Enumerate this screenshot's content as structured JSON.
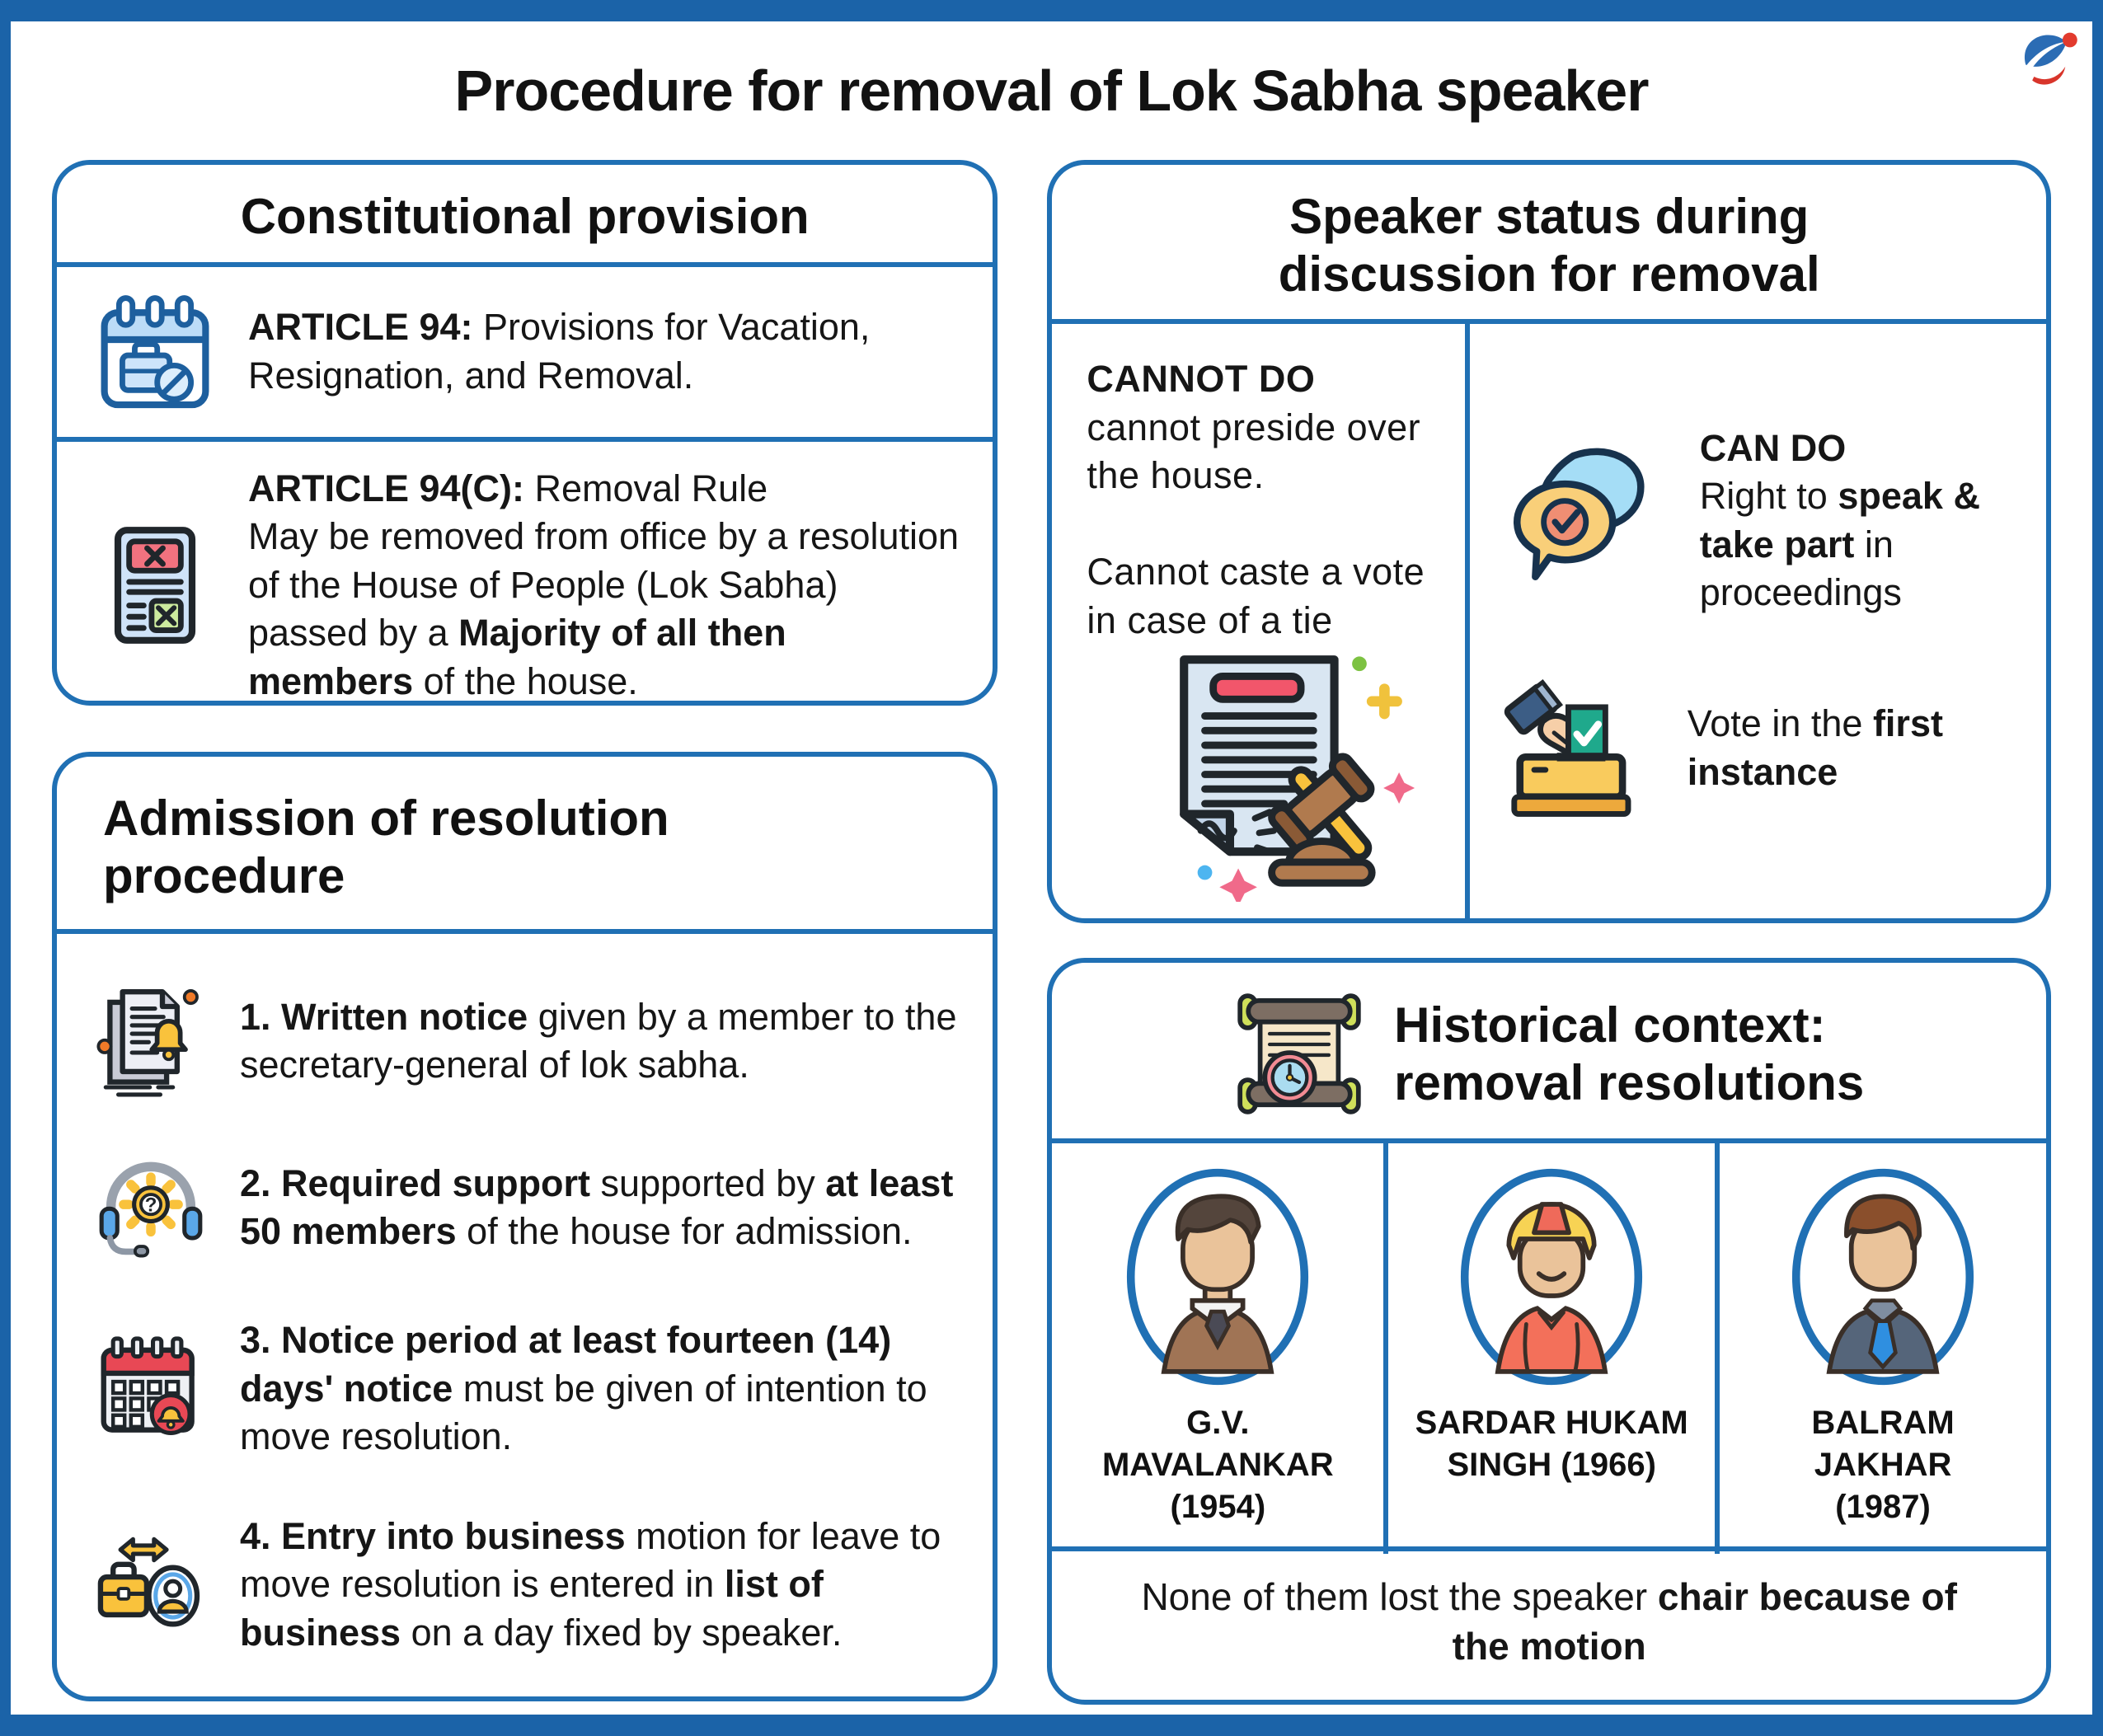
{
  "colors": {
    "outer_border_blue": "#1b63a8",
    "panel_border_blue": "#2070b4",
    "text_black": "#161616",
    "logo_blue": "#2b6cb4",
    "logo_red": "#d8352b"
  },
  "header": {
    "title": "Procedure for removal of Lok Sabha speaker"
  },
  "panels": {
    "constitutional": {
      "title": "Constitutional provision",
      "items": [
        {
          "icon": "calendar-briefcase-icon",
          "rich": [
            {
              "t": "ARTICLE 94:",
              "b": 1
            },
            {
              "t": " Provisions for Vacation, Resignation, and Removal.",
              "b": 0
            }
          ]
        },
        {
          "icon": "removal-ballot-icon",
          "rich": [
            {
              "t": "ARTICLE 94(C):",
              "b": 1
            },
            {
              "t": " Removal Rule\nMay be removed from office by a resolution of the House of People (Lok Sabha) passed by a ",
              "b": 0
            },
            {
              "t": "Majority of all then members",
              "b": 1
            },
            {
              "t": " of the house.",
              "b": 0
            }
          ]
        }
      ]
    },
    "admission": {
      "title": "Admission of resolution\nprocedure",
      "items": [
        {
          "icon": "written-notice-icon",
          "rich": [
            {
              "t": "1. Written notice",
              "b": 1
            },
            {
              "t": " given by a member to the secretary-general of lok sabha.",
              "b": 0
            }
          ]
        },
        {
          "icon": "support-headset-icon",
          "rich": [
            {
              "t": "2. Required support",
              "b": 1
            },
            {
              "t": " supported by ",
              "b": 0
            },
            {
              "t": "at least 50 members",
              "b": 1
            },
            {
              "t": " of the house for admission.",
              "b": 0
            }
          ]
        },
        {
          "icon": "notice-period-calendar-icon",
          "rich": [
            {
              "t": "3. Notice period at least fourteen (14) days' notice",
              "b": 1
            },
            {
              "t": " must be given of intention to move resolution.",
              "b": 0
            }
          ]
        },
        {
          "icon": "entry-business-icon",
          "rich": [
            {
              "t": "4. Entry into business",
              "b": 1
            },
            {
              "t": " motion for leave to move resolution is entered in ",
              "b": 0
            },
            {
              "t": "list of business",
              "b": 1
            },
            {
              "t": " on a day fixed by speaker.",
              "b": 0
            }
          ]
        }
      ]
    },
    "speaker_status": {
      "title": "Speaker status during\ndiscussion for removal",
      "cannot": {
        "icon": "document-gavel-icon",
        "rich": [
          {
            "t": "CANNOT DO",
            "b": 1
          },
          {
            "t": "\ncannot preside over the house.\n\nCannot caste a vote in case of a tie",
            "b": 0
          }
        ]
      },
      "can": [
        {
          "icon": "speech-check-icon",
          "rich": [
            {
              "t": "CAN DO",
              "b": 1
            },
            {
              "t": "\nRight to ",
              "b": 0
            },
            {
              "t": "speak & take part",
              "b": 1
            },
            {
              "t": " in proceedings",
              "b": 0
            }
          ]
        },
        {
          "icon": "vote-ballot-icon",
          "rich": [
            {
              "t": "Vote in the ",
              "b": 0
            },
            {
              "t": "first instance",
              "b": 1
            }
          ]
        }
      ]
    },
    "historical": {
      "icon": "scroll-clock-icon",
      "title": "Historical context:\nremoval resolutions",
      "people": [
        {
          "avatar": "man-suit-avatar",
          "name": "G.V.\nMAVALANKAR\n(1954)"
        },
        {
          "avatar": "man-turban-avatar",
          "name": "SARDAR HUKAM\nSINGH (1966)"
        },
        {
          "avatar": "man-tie-avatar",
          "name": "BALRAM\nJAKHAR\n(1987)"
        }
      ],
      "note_rich": [
        {
          "t": "None of them lost the speaker ",
          "b": 0
        },
        {
          "t": "chair because of the motion",
          "b": 1
        }
      ]
    }
  }
}
